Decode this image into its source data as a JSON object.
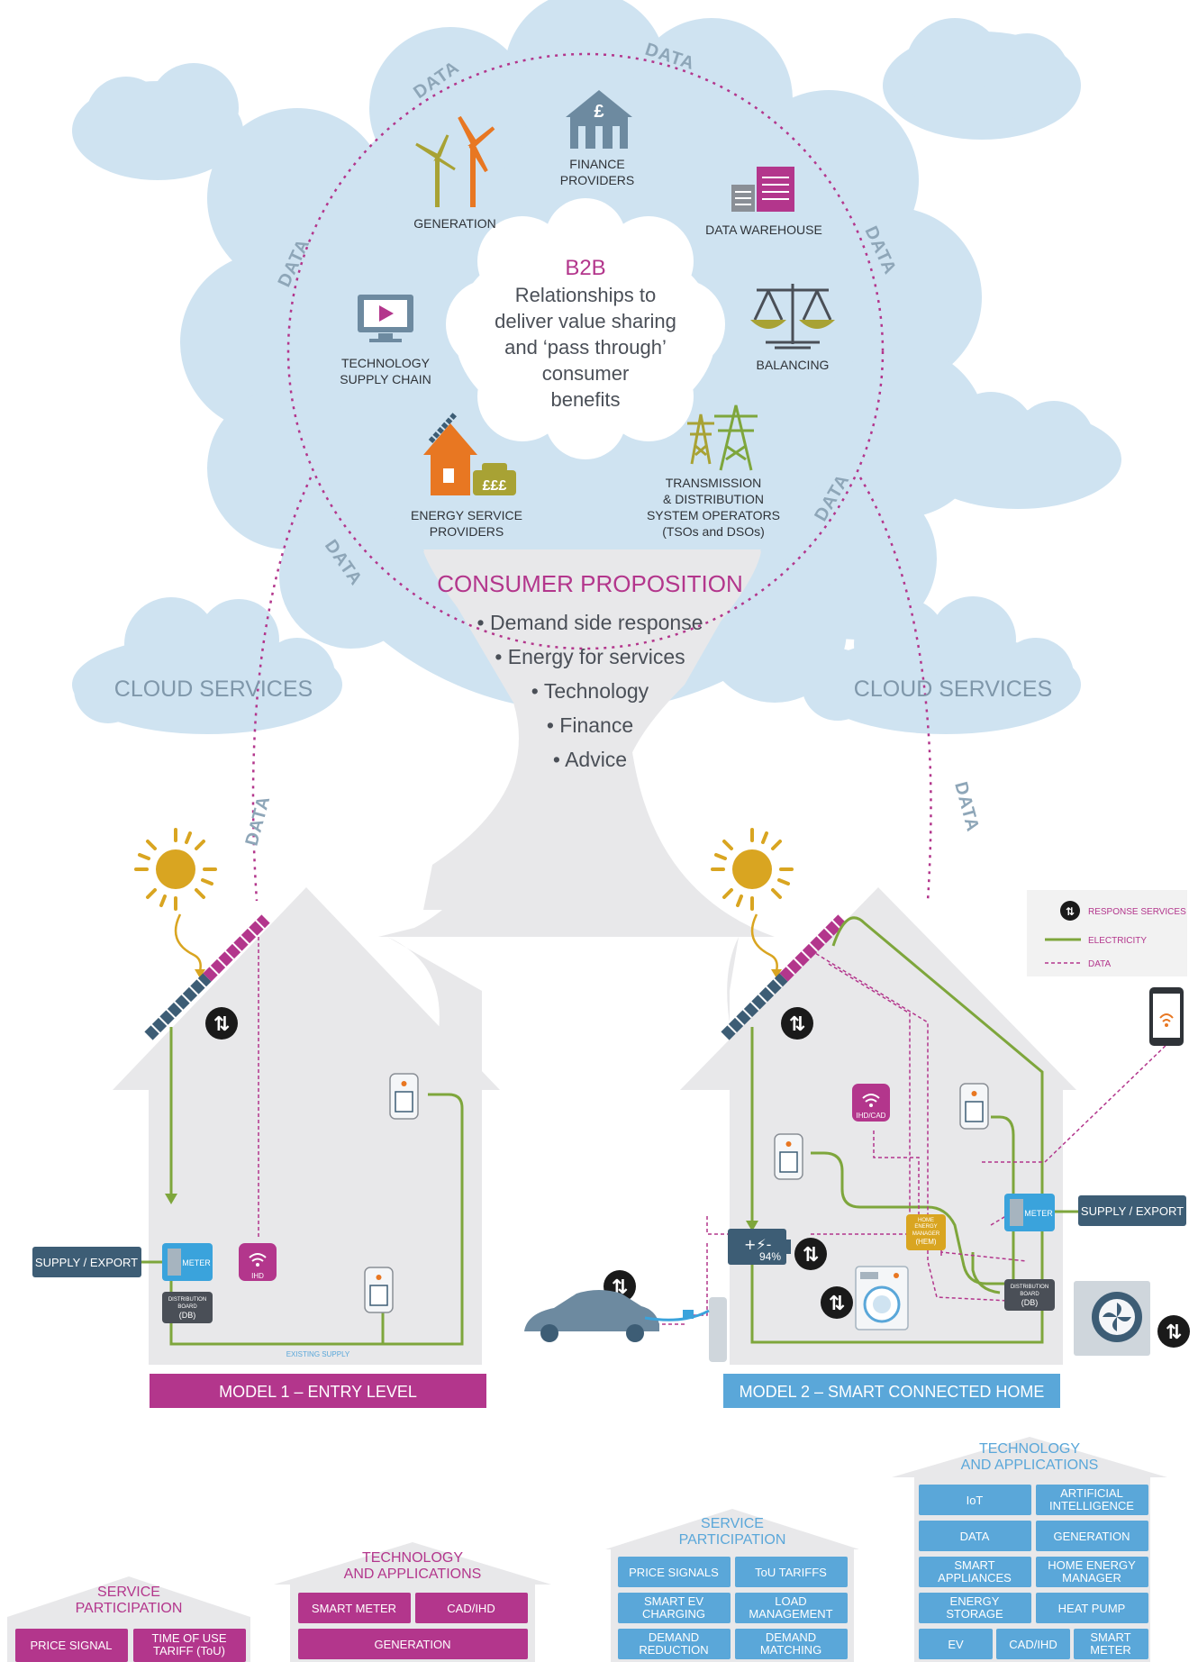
{
  "data_label": "DATA",
  "cloud_services_label": "CLOUD SERVICES",
  "b2b": {
    "title": "B2B",
    "lines": [
      "Relationships to",
      "deliver value sharing",
      "and ‘pass through’",
      "consumer",
      "benefits"
    ]
  },
  "actors": {
    "finance": [
      "FINANCE",
      "PROVIDERS"
    ],
    "generation": [
      "GENERATION"
    ],
    "data_warehouse": [
      "DATA WAREHOUSE"
    ],
    "technology_supply_chain": [
      "TECHNOLOGY",
      "SUPPLY CHAIN"
    ],
    "balancing": [
      "BALANCING"
    ],
    "energy_service_providers": [
      "ENERGY SERVICE",
      "PROVIDERS"
    ],
    "tso_dso": [
      "TRANSMISSION",
      "& DISTRIBUTION",
      "SYSTEM OPERATORS",
      "(TSOs and DSOs)"
    ]
  },
  "finance_symbol": "£",
  "esp_symbol": "£££",
  "consumer_proposition": {
    "title": "CONSUMER PROPOSITION",
    "items": [
      "• Demand side response",
      "• Energy for services",
      "• Technology",
      "• Finance",
      "• Advice"
    ]
  },
  "legend": {
    "response_services": "RESPONSE SERVICES",
    "electricity": "ELECTRICITY",
    "data": "DATA"
  },
  "model1": {
    "label": "MODEL 1 – ENTRY LEVEL",
    "supply_export": "SUPPLY / EXPORT",
    "meter": "METER",
    "ihd": "IHD",
    "db": [
      "DISTRIBUTION",
      "BOARD",
      "(DB)"
    ],
    "existing_supply": "EXISTING SUPPLY"
  },
  "model2": {
    "label": "MODEL 2 – SMART CONNECTED HOME",
    "supply_export": "SUPPLY / EXPORT",
    "meter": "METER",
    "ihd_cad": "IHD/CAD",
    "hem": [
      "HOME",
      "ENERGY",
      "MANAGER",
      "(HEM)"
    ],
    "db": [
      "DISTRIBUTION",
      "BOARD",
      "(DB)"
    ],
    "battery": "94%"
  },
  "bottom": {
    "m1_service": {
      "title": [
        "SERVICE",
        "PARTICIPATION"
      ],
      "items": [
        [
          "PRICE SIGNAL"
        ],
        [
          "TIME OF USE",
          "TARIFF (ToU)"
        ]
      ]
    },
    "m1_tech": {
      "title": [
        "TECHNOLOGY",
        "AND APPLICATIONS"
      ],
      "items": [
        [
          "SMART METER"
        ],
        [
          "CAD/IHD"
        ],
        [
          "GENERATION"
        ]
      ]
    },
    "m2_service": {
      "title": [
        "SERVICE",
        "PARTICIPATION"
      ],
      "items": [
        [
          "PRICE SIGNALS"
        ],
        [
          "ToU TARIFFS"
        ],
        [
          "SMART EV",
          "CHARGING"
        ],
        [
          "LOAD",
          "MANAGEMENT"
        ],
        [
          "DEMAND",
          "REDUCTION"
        ],
        [
          "DEMAND",
          "MATCHING"
        ]
      ]
    },
    "m2_tech": {
      "title": [
        "TECHNOLOGY",
        "AND APPLICATIONS"
      ],
      "items": [
        [
          "IoT"
        ],
        [
          "ARTIFICIAL",
          "INTELLIGENCE"
        ],
        [
          "DATA"
        ],
        [
          "GENERATION"
        ],
        [
          "SMART",
          "APPLIANCES"
        ],
        [
          "HOME ENERGY",
          "MANAGER"
        ],
        [
          "ENERGY",
          "STORAGE"
        ],
        [
          "HEAT PUMP"
        ],
        [
          "EV"
        ],
        [
          "CAD/IHD"
        ],
        [
          "SMART",
          "METER"
        ]
      ]
    }
  },
  "colors": {
    "sky": "#cfe3f1",
    "magenta": "#b3368c",
    "green": "#7ea63c",
    "blue_label": "#5aa7d9",
    "house": "#e8e8ea",
    "slate": "#3d5d75",
    "orange": "#e87722"
  }
}
